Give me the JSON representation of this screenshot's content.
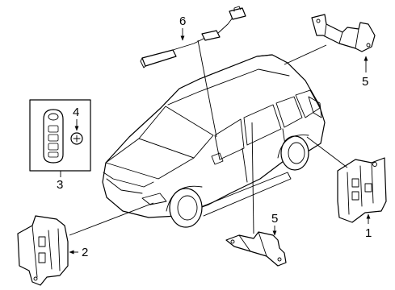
{
  "callouts": {
    "one": "1",
    "two": "2",
    "three": "3",
    "four": "4",
    "five_top": "5",
    "five_bottom": "5",
    "six": "6"
  },
  "icons": {
    "vehicle": "suv-outline-icon",
    "key_fob": "smart-key-fob-icon",
    "battery": "coin-battery-icon"
  },
  "colors": {
    "line": "#000000",
    "background": "#ffffff"
  }
}
